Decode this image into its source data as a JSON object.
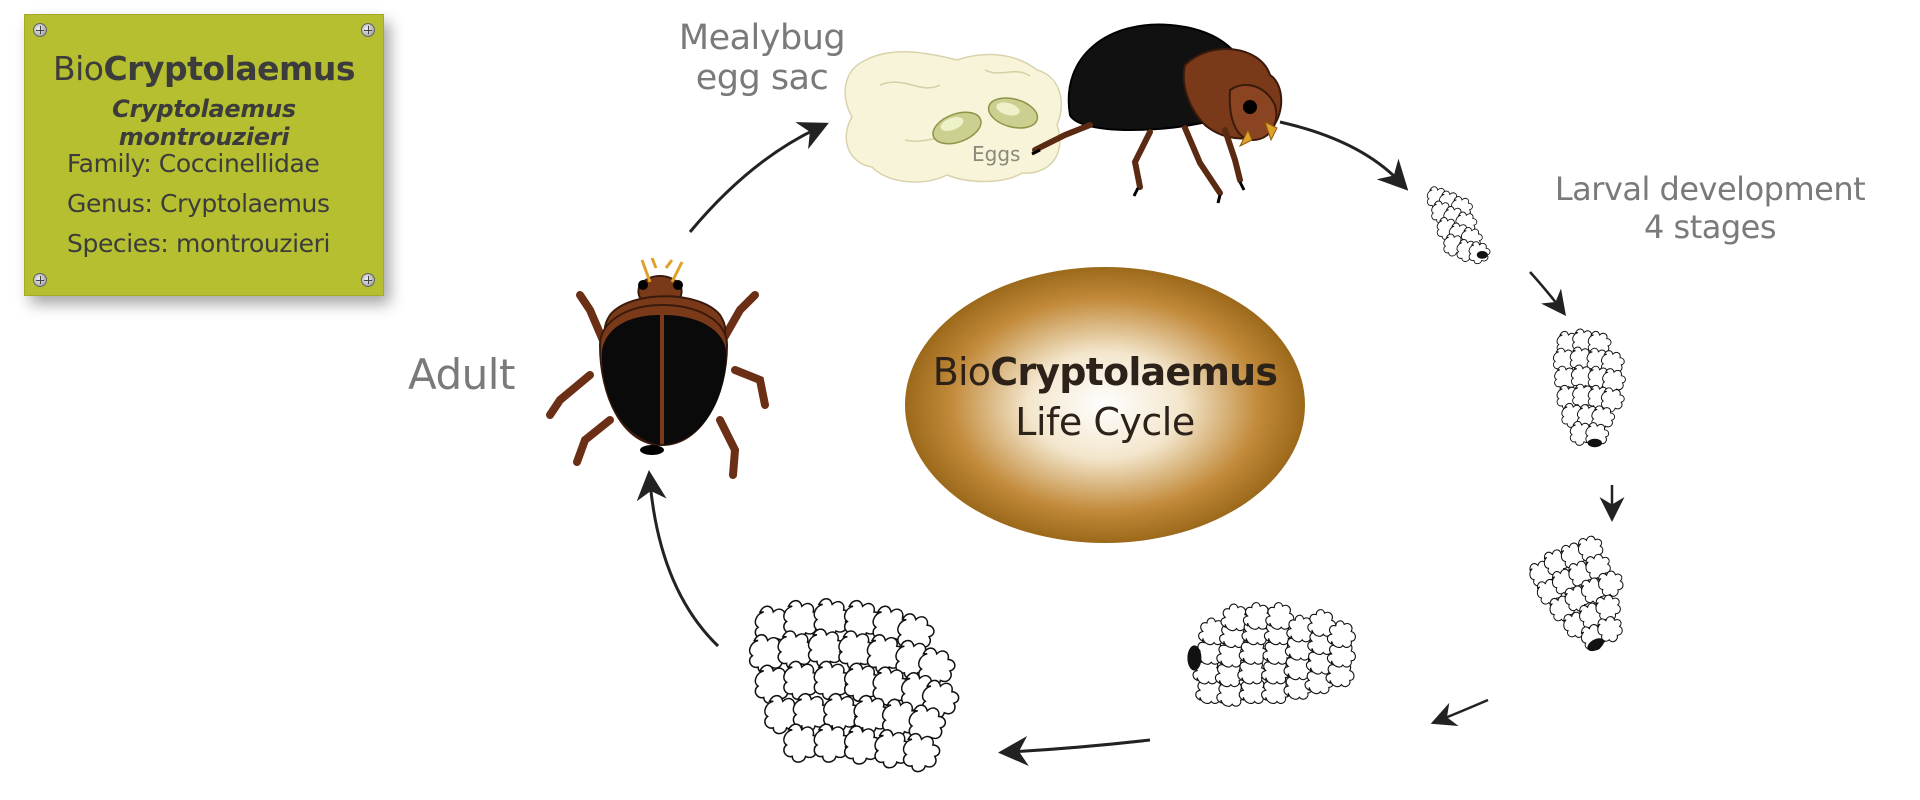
{
  "plaque": {
    "title_prefix": "Bio",
    "title_bold": "Cryptolaemus",
    "scientific_name": "Cryptolaemus montrouzieri",
    "family": "Family: Coccinellidae",
    "genus": "Genus: Cryptolaemus",
    "species": "Species: montrouzieri"
  },
  "center": {
    "title_prefix": "Bio",
    "title_bold": "Cryptolaemus",
    "subtitle": "Life Cycle"
  },
  "stages": {
    "egg_sac_line1": "Mealybug",
    "egg_sac_line2": "egg sac",
    "eggs": "Eggs",
    "larval_line1": "Larval development",
    "larval_line2": "4 stages",
    "adult": "Adult"
  },
  "colors": {
    "plaque": "#b6bf2f",
    "center_oval_dark": "#8b5a0c",
    "beetle_brown": "#7a3a1a",
    "beetle_black": "#111111",
    "label_grey": "#7a7a7a"
  }
}
